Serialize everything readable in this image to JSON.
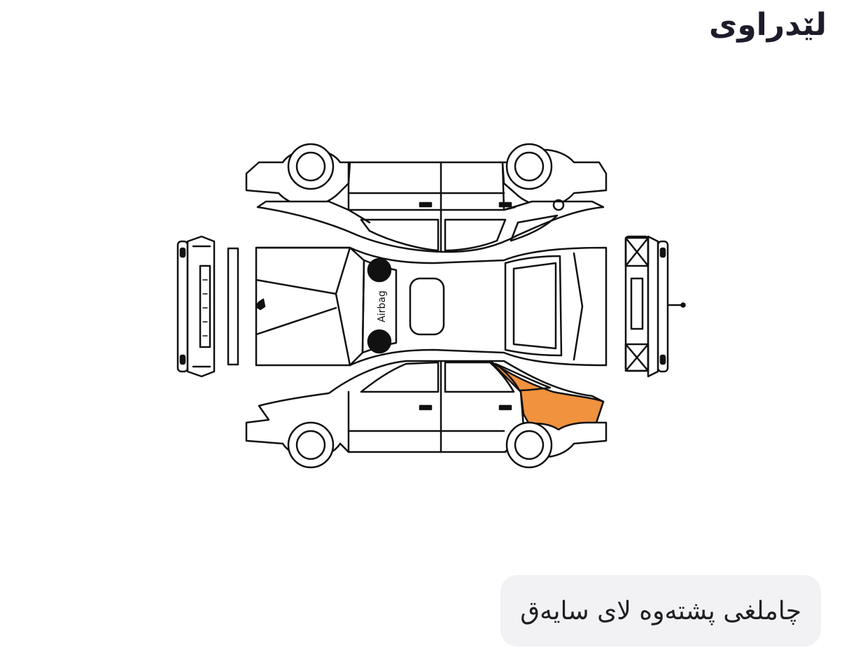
{
  "header": {
    "title": "لێدراوی"
  },
  "diagram": {
    "airbag_label": "Airbag",
    "damaged_part_color": "#F0923E",
    "outline_color": "#111111"
  },
  "damage_chip": {
    "label": "چاملغی پشتەوە لای سایەق"
  }
}
